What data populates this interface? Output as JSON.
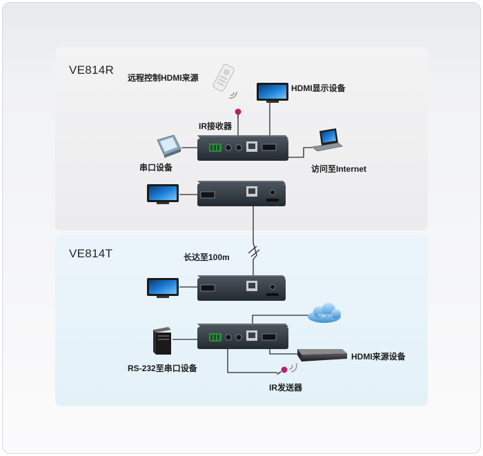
{
  "receiver": {
    "model": "VE814R",
    "labels": {
      "remote": "远程控制HDMI来源",
      "display": "HDMI显示设备",
      "ir_receiver": "IR接收器",
      "serial": "串口设备",
      "internet": "访问至Internet"
    }
  },
  "transmitter": {
    "model": "VE814T",
    "labels": {
      "distance": "长达至100m",
      "cloud": "Internet",
      "hdmi_source": "HDMI来源设备",
      "rs232": "RS-232至串口设备",
      "ir_emitter": "IR发送器"
    }
  },
  "colors": {
    "receiver_panel": "#efeff0",
    "transmitter_panel": "#e6f2fa",
    "cable": "#2a2a2a",
    "ir_bulb": "#b4236a"
  }
}
